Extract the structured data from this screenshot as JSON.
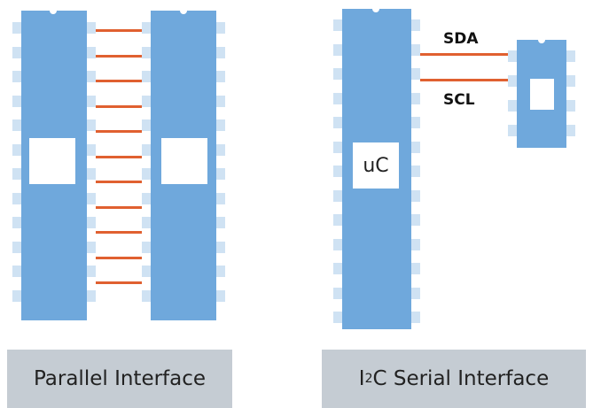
{
  "labels": {
    "sda": "SDA",
    "scl": "SCL",
    "mcu": "uC",
    "caption_parallel": "Parallel Interface",
    "caption_serial_prefix": "I",
    "caption_serial_superscript": "2",
    "caption_serial_suffix": "C Serial Interface"
  },
  "colors": {
    "chip_body": "#6fa8dc",
    "pin": "#cfe2f3",
    "wire": "#e06030",
    "caption_bg": "#c5ccd3"
  }
}
